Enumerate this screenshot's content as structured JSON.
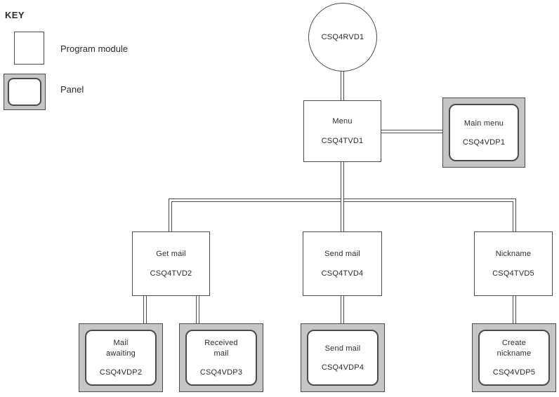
{
  "colors": {
    "background": "#ffffff",
    "panel_fill": "#c6c6c6",
    "line": "#4a4a4a",
    "text": "#2b2b2b"
  },
  "key": {
    "heading": "KEY",
    "program_module_label": "Program module",
    "panel_label": "Panel"
  },
  "nodes": {
    "root": {
      "code": "CSQ4RVD1"
    },
    "menu": {
      "title": "Menu",
      "code": "CSQ4TVD1"
    },
    "main_menu": {
      "title": "Main menu",
      "code": "CSQ4VDP1"
    },
    "get_mail": {
      "title": "Get mail",
      "code": "CSQ4TVD2"
    },
    "send_mail": {
      "title": "Send mail",
      "code": "CSQ4TVD4"
    },
    "nickname": {
      "title": "Nickname",
      "code": "CSQ4TVD5"
    },
    "mail_awaiting": {
      "title_line1": "Mail",
      "title_line2": "awaiting",
      "code": "CSQ4VDP2"
    },
    "received_mail": {
      "title_line1": "Received",
      "title_line2": "mail",
      "code": "CSQ4VDP3"
    },
    "send_mail_panel": {
      "title": "Send mail",
      "code": "CSQ4VDP4"
    },
    "create_nickname": {
      "title_line1": "Create",
      "title_line2": "nickname",
      "code": "CSQ4VDP5"
    }
  }
}
